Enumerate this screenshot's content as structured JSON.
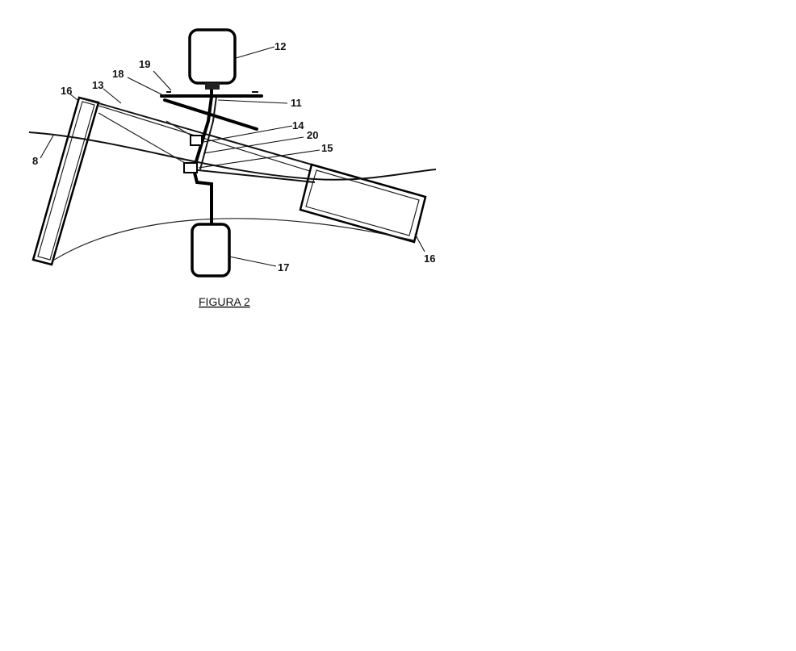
{
  "figure": {
    "caption": "FIGURA 2",
    "labels": {
      "l12": "12",
      "l19": "19",
      "l18": "18",
      "l11": "11",
      "l16a": "16",
      "l13": "13",
      "l14": "14",
      "l20": "20",
      "l15": "15",
      "l8": "8",
      "l16b": "16",
      "l17": "17"
    }
  }
}
